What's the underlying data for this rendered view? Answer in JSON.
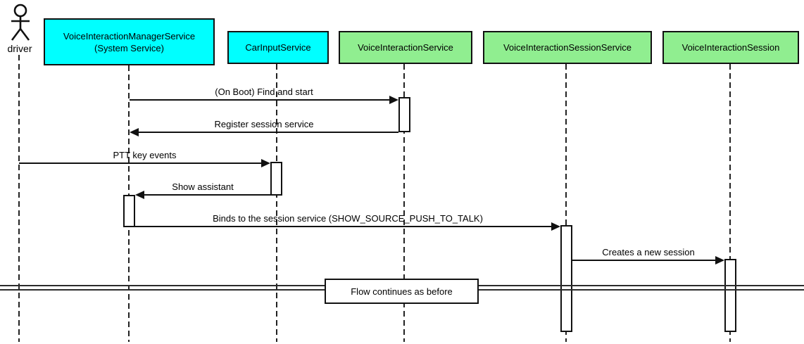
{
  "diagram_type": "uml-sequence",
  "colors": {
    "participant_cyan": "#00ffff",
    "participant_green": "#90ee90",
    "line": "#111111",
    "background": "#ffffff"
  },
  "actor": {
    "label": "driver"
  },
  "participants": [
    {
      "name": "VoiceInteractionManagerService",
      "subtitle": "(System Service)",
      "fill": "#00ffff"
    },
    {
      "name": "CarInputService",
      "subtitle": "",
      "fill": "#00ffff"
    },
    {
      "name": "VoiceInteractionService",
      "subtitle": "",
      "fill": "#90ee90"
    },
    {
      "name": "VoiceInteractionSessionService",
      "subtitle": "",
      "fill": "#90ee90"
    },
    {
      "name": "VoiceInteractionSession",
      "subtitle": "",
      "fill": "#90ee90"
    }
  ],
  "messages": [
    {
      "label": "(On Boot) Find and start",
      "from": "VoiceInteractionManagerService",
      "to": "VoiceInteractionService",
      "direction": "right"
    },
    {
      "label": "Register session service",
      "from": "VoiceInteractionService",
      "to": "VoiceInteractionManagerService",
      "direction": "left"
    },
    {
      "label": "PTT key events",
      "from": "driver",
      "to": "CarInputService",
      "direction": "right"
    },
    {
      "label": "Show assistant",
      "from": "CarInputService",
      "to": "VoiceInteractionManagerService",
      "direction": "left"
    },
    {
      "label": "Binds to the session service (SHOW_SOURCE_PUSH_TO_TALK)",
      "from": "VoiceInteractionManagerService",
      "to": "VoiceInteractionSessionService",
      "direction": "right"
    },
    {
      "label": "Creates a new session",
      "from": "VoiceInteractionSessionService",
      "to": "VoiceInteractionSession",
      "direction": "right"
    }
  ],
  "divider": {
    "label": "Flow continues as before"
  }
}
